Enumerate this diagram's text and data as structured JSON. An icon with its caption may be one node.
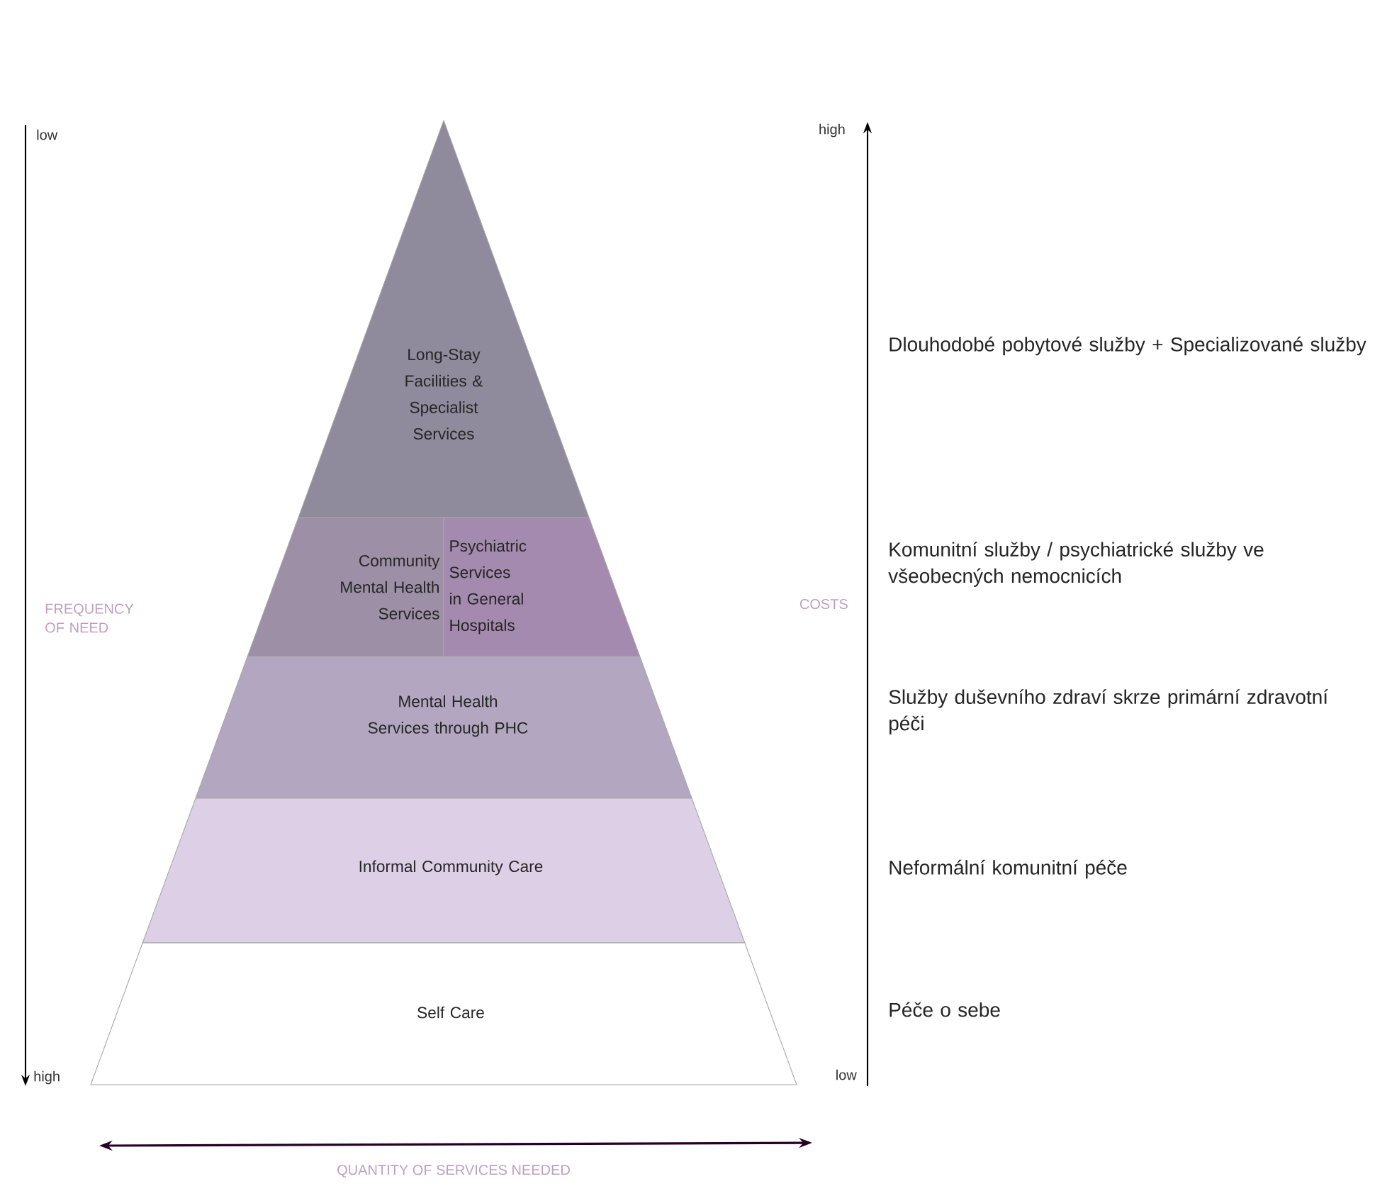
{
  "diagram": {
    "nodes": [
      {
        "text": [
          "Long-Stay Facilities & Specialist Services"
        ]
      },
      {
        "text": [
          "Community Mental Health Services"
        ]
      },
      {
        "text": [
          "Psychiatric Services in General Hospitals"
        ]
      },
      {
        "text": [
          "Mental Health Services through PHC"
        ]
      },
      {
        "text": [
          "Informal Community Care"
        ]
      },
      {
        "text": [
          "Self Care"
        ]
      }
    ],
    "labels": [
      "low",
      "high",
      "FREQUENCY OF NEED",
      "COSTS",
      "high",
      "low",
      "QUANTITY OF SERVICES NEEDED",
      "Dlouhodobé pobytové služby + Specializované služby",
      "Komunitní služby / psychiatrické služby ve všeobecných nemocnicích",
      "Služby duševního zdraví skrze primární zdravotní péči",
      "Neformální komunitní péče",
      "Péče o sebe"
    ]
  }
}
